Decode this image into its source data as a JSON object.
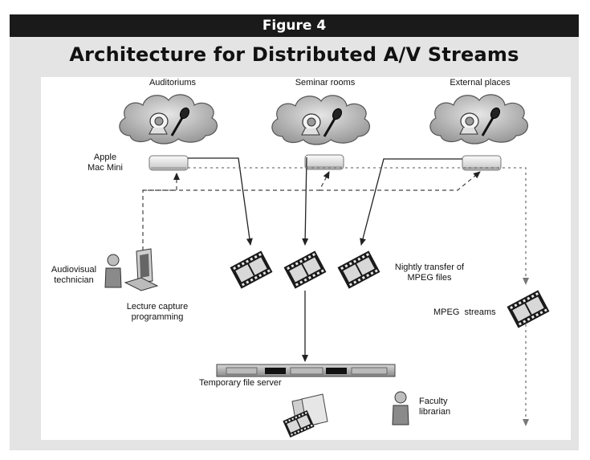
{
  "banner": "Figure 4",
  "title": "Architecture for Distributed A/V Streams",
  "locations": [
    "Auditoriums",
    "Seminar rooms",
    "External places"
  ],
  "mac_mini": [
    "Apple",
    "Mac Mini"
  ],
  "technician": [
    "Audiovisual",
    "technician"
  ],
  "capture": [
    "Lecture capture",
    "programming"
  ],
  "transfer": [
    "Nightly transfer of",
    "MPEG files"
  ],
  "streams": "MPEG  streams",
  "server": "Temporary file server",
  "librarian": [
    "Faculty",
    "librarian"
  ]
}
